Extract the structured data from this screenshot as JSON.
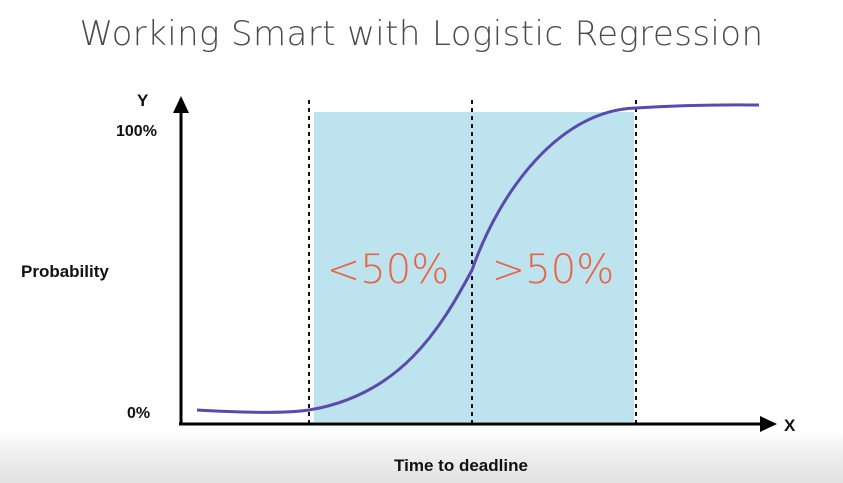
{
  "slide": {
    "title": "Working Smart with Logistic Regression"
  },
  "diagram": {
    "y_axis_label": "Y",
    "x_axis_label": "X",
    "y_max_label": "100%",
    "y_min_label": "0%",
    "y_description": "Probability",
    "x_description": "Time to deadline",
    "region_left_label": "<50%",
    "region_right_label": ">50%",
    "colors": {
      "curve": "#5b4aad",
      "region_fill": "#bde3ee",
      "region_text": "#e8633f",
      "axis": "#000000"
    }
  }
}
